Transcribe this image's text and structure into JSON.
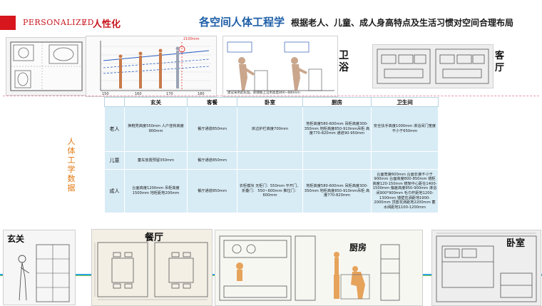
{
  "header": {
    "title_en": "PERSONALIZED",
    "separator": "/",
    "title_cn": "人性化",
    "accent_color": "#c8161d",
    "main_title": "各空间人体工程学",
    "sub_title": "根据老人、儿童、成人身高特点及生活习惯对空间合理布局"
  },
  "images": {
    "bath_label": "卫浴",
    "living_label": "客厅",
    "height_chart": {
      "top_label": "2100mm",
      "x_ticks": [
        "150",
        "160",
        "170",
        "180"
      ],
      "note": "建议采用此标准，即踏板上沿用高度860~880mm"
    },
    "foyer_label": "玄关",
    "dining_label": "餐厅",
    "kitchen_label": "厨房",
    "bedroom_label": "卧室"
  },
  "side_label": "人体工学数据",
  "table": {
    "headers": [
      "",
      "玄关",
      "客餐",
      "卧室",
      "厨房",
      "卫生间"
    ],
    "rows": [
      {
        "label": "老人",
        "cells": [
          "换鞋凳高度550mm 人户挂钩高度900mm",
          "餐厅通道850mm",
          "床边护栏高度700mm",
          "地柜高度580-600mm 吊柜高度300-350mm 地柜高度850-910mm吊柜 高度770-820mm 通道90-950mm",
          "安全扶手高度1000mm 淋浴间门宽度不小于650mm"
        ]
      },
      {
        "label": "儿童",
        "cells": [
          "童车放置预留350mm",
          "餐厅通道850mm",
          "",
          "",
          ""
        ]
      },
      {
        "label": "成人",
        "cells": [
          "台面高度1200mm 吊柜高度1500mm 地柜距地200mm",
          "餐厅通道850mm",
          "衣柜模块 无柜门：550mm 平开门、折叠门： 550~600mm 推拉门：600mm",
          "地柜高度580-600mm 吊柜高度300-350mm 地柜高度850-910mm吊柜 高度770-820mm",
          "台面宽度600mm 台面长度不小于900mm 台面高度800-850mm 镜柜高度120-150mm 镜架中心距在1400-1500mm 偏差高度850-900mm 淋浴间900*900mm 毛巾杆距地1200-1300mm 墙壁花洒距地1900-2000mm 顶置花洒距地2200mm 蓄水阀距地1100-1200mm"
        ]
      }
    ]
  }
}
